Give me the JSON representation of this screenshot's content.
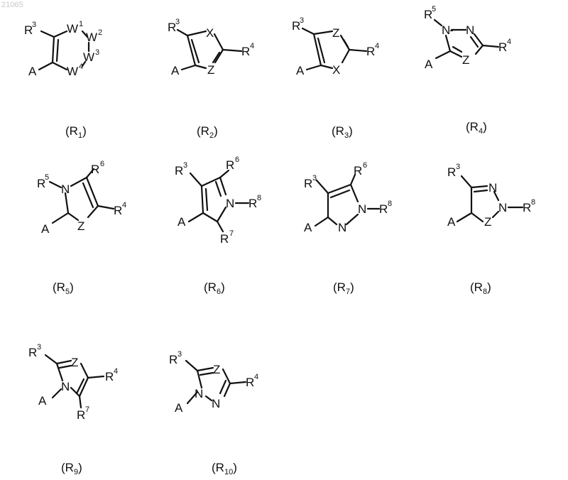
{
  "corner_label": "21065",
  "structures": [
    {
      "name": "R1",
      "caption": {
        "main": "R",
        "sub": "1"
      },
      "atoms": [
        {
          "text": "R",
          "sup": "3"
        },
        {
          "text": "A"
        },
        {
          "text": "W",
          "sup": "1"
        },
        {
          "text": "W",
          "sup": "2"
        },
        {
          "text": "W",
          "sup": "3"
        },
        {
          "text": "W",
          "sup": "4"
        }
      ]
    },
    {
      "name": "R2",
      "caption": {
        "main": "R",
        "sub": "2"
      },
      "atoms": [
        {
          "text": "R",
          "sup": "3"
        },
        {
          "text": "A"
        },
        {
          "text": "X"
        },
        {
          "text": "Z"
        },
        {
          "text": "R",
          "sup": "4"
        }
      ]
    },
    {
      "name": "R3",
      "caption": {
        "main": "R",
        "sub": "3"
      },
      "atoms": [
        {
          "text": "R",
          "sup": "3"
        },
        {
          "text": "A"
        },
        {
          "text": "Z"
        },
        {
          "text": "X"
        },
        {
          "text": "R",
          "sup": "4"
        }
      ]
    },
    {
      "name": "R4",
      "caption": {
        "main": "R",
        "sub": "4"
      },
      "atoms": [
        {
          "text": "R",
          "sup": "5"
        },
        {
          "text": "N"
        },
        {
          "text": "N"
        },
        {
          "text": "Z"
        },
        {
          "text": "A"
        },
        {
          "text": "R",
          "sup": "4"
        }
      ]
    },
    {
      "name": "R5",
      "caption": {
        "main": "R",
        "sub": "5"
      },
      "atoms": [
        {
          "text": "R",
          "sup": "5"
        },
        {
          "text": "N"
        },
        {
          "text": "R",
          "sup": "6"
        },
        {
          "text": "Z"
        },
        {
          "text": "A"
        },
        {
          "text": "R",
          "sup": "4"
        }
      ]
    },
    {
      "name": "R6",
      "caption": {
        "main": "R",
        "sub": "6"
      },
      "atoms": [
        {
          "text": "R",
          "sup": "3"
        },
        {
          "text": "R",
          "sup": "6"
        },
        {
          "text": "N"
        },
        {
          "text": "R",
          "sup": "8"
        },
        {
          "text": "A"
        },
        {
          "text": "R",
          "sup": "7"
        }
      ]
    },
    {
      "name": "R7",
      "caption": {
        "main": "R",
        "sub": "7"
      },
      "atoms": [
        {
          "text": "R",
          "sup": "3"
        },
        {
          "text": "R",
          "sup": "6"
        },
        {
          "text": "N"
        },
        {
          "text": "R",
          "sup": "8"
        },
        {
          "text": "A"
        },
        {
          "text": "N"
        }
      ]
    },
    {
      "name": "R8",
      "caption": {
        "main": "R",
        "sub": "8"
      },
      "atoms": [
        {
          "text": "R",
          "sup": "3"
        },
        {
          "text": "N"
        },
        {
          "text": "N"
        },
        {
          "text": "R",
          "sup": "8"
        },
        {
          "text": "A"
        },
        {
          "text": "Z"
        }
      ]
    },
    {
      "name": "R9",
      "caption": {
        "main": "R",
        "sub": "9"
      },
      "atoms": [
        {
          "text": "R",
          "sup": "3"
        },
        {
          "text": "Z"
        },
        {
          "text": "R",
          "sup": "4"
        },
        {
          "text": "N"
        },
        {
          "text": "A"
        },
        {
          "text": "R",
          "sup": "7"
        }
      ]
    },
    {
      "name": "R10",
      "caption": {
        "main": "R",
        "sub": "10"
      },
      "atoms": [
        {
          "text": "R",
          "sup": "3"
        },
        {
          "text": "Z"
        },
        {
          "text": "R",
          "sup": "4"
        },
        {
          "text": "N"
        },
        {
          "text": "N"
        },
        {
          "text": "A"
        }
      ]
    }
  ]
}
